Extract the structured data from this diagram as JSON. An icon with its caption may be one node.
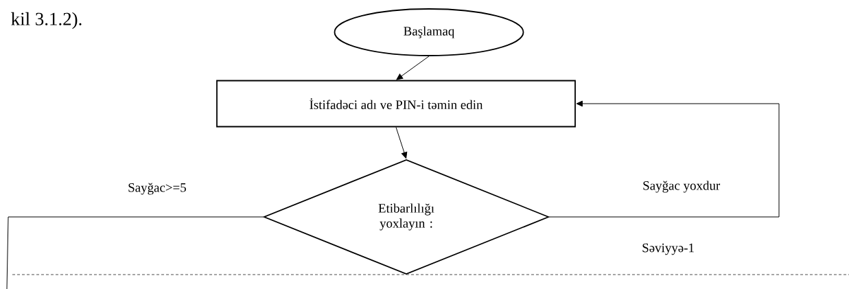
{
  "diagram": {
    "nodes": [
      {
        "text": [
          "Başlamaq"
        ]
      },
      {
        "text": [
          "İstifadəci adı ve PIN-i təmin edin"
        ]
      },
      {
        "text": [
          "Etibarlılığı yoxlayın :"
        ]
      }
    ],
    "edges": [
      {
        "from": 0,
        "to": 1,
        "arrow": "to"
      },
      {
        "from": 1,
        "to": 2,
        "arrow": "to"
      },
      {
        "from": 2,
        "to": 1,
        "arrow": "to",
        "label": "Sayğac yoxdur"
      },
      {
        "from": 2,
        "to": null,
        "arrow": "none",
        "label": "Sayğac>=5"
      }
    ],
    "labels": [
      "kil 3.1.2).",
      "Səviyyə-1"
    ]
  }
}
